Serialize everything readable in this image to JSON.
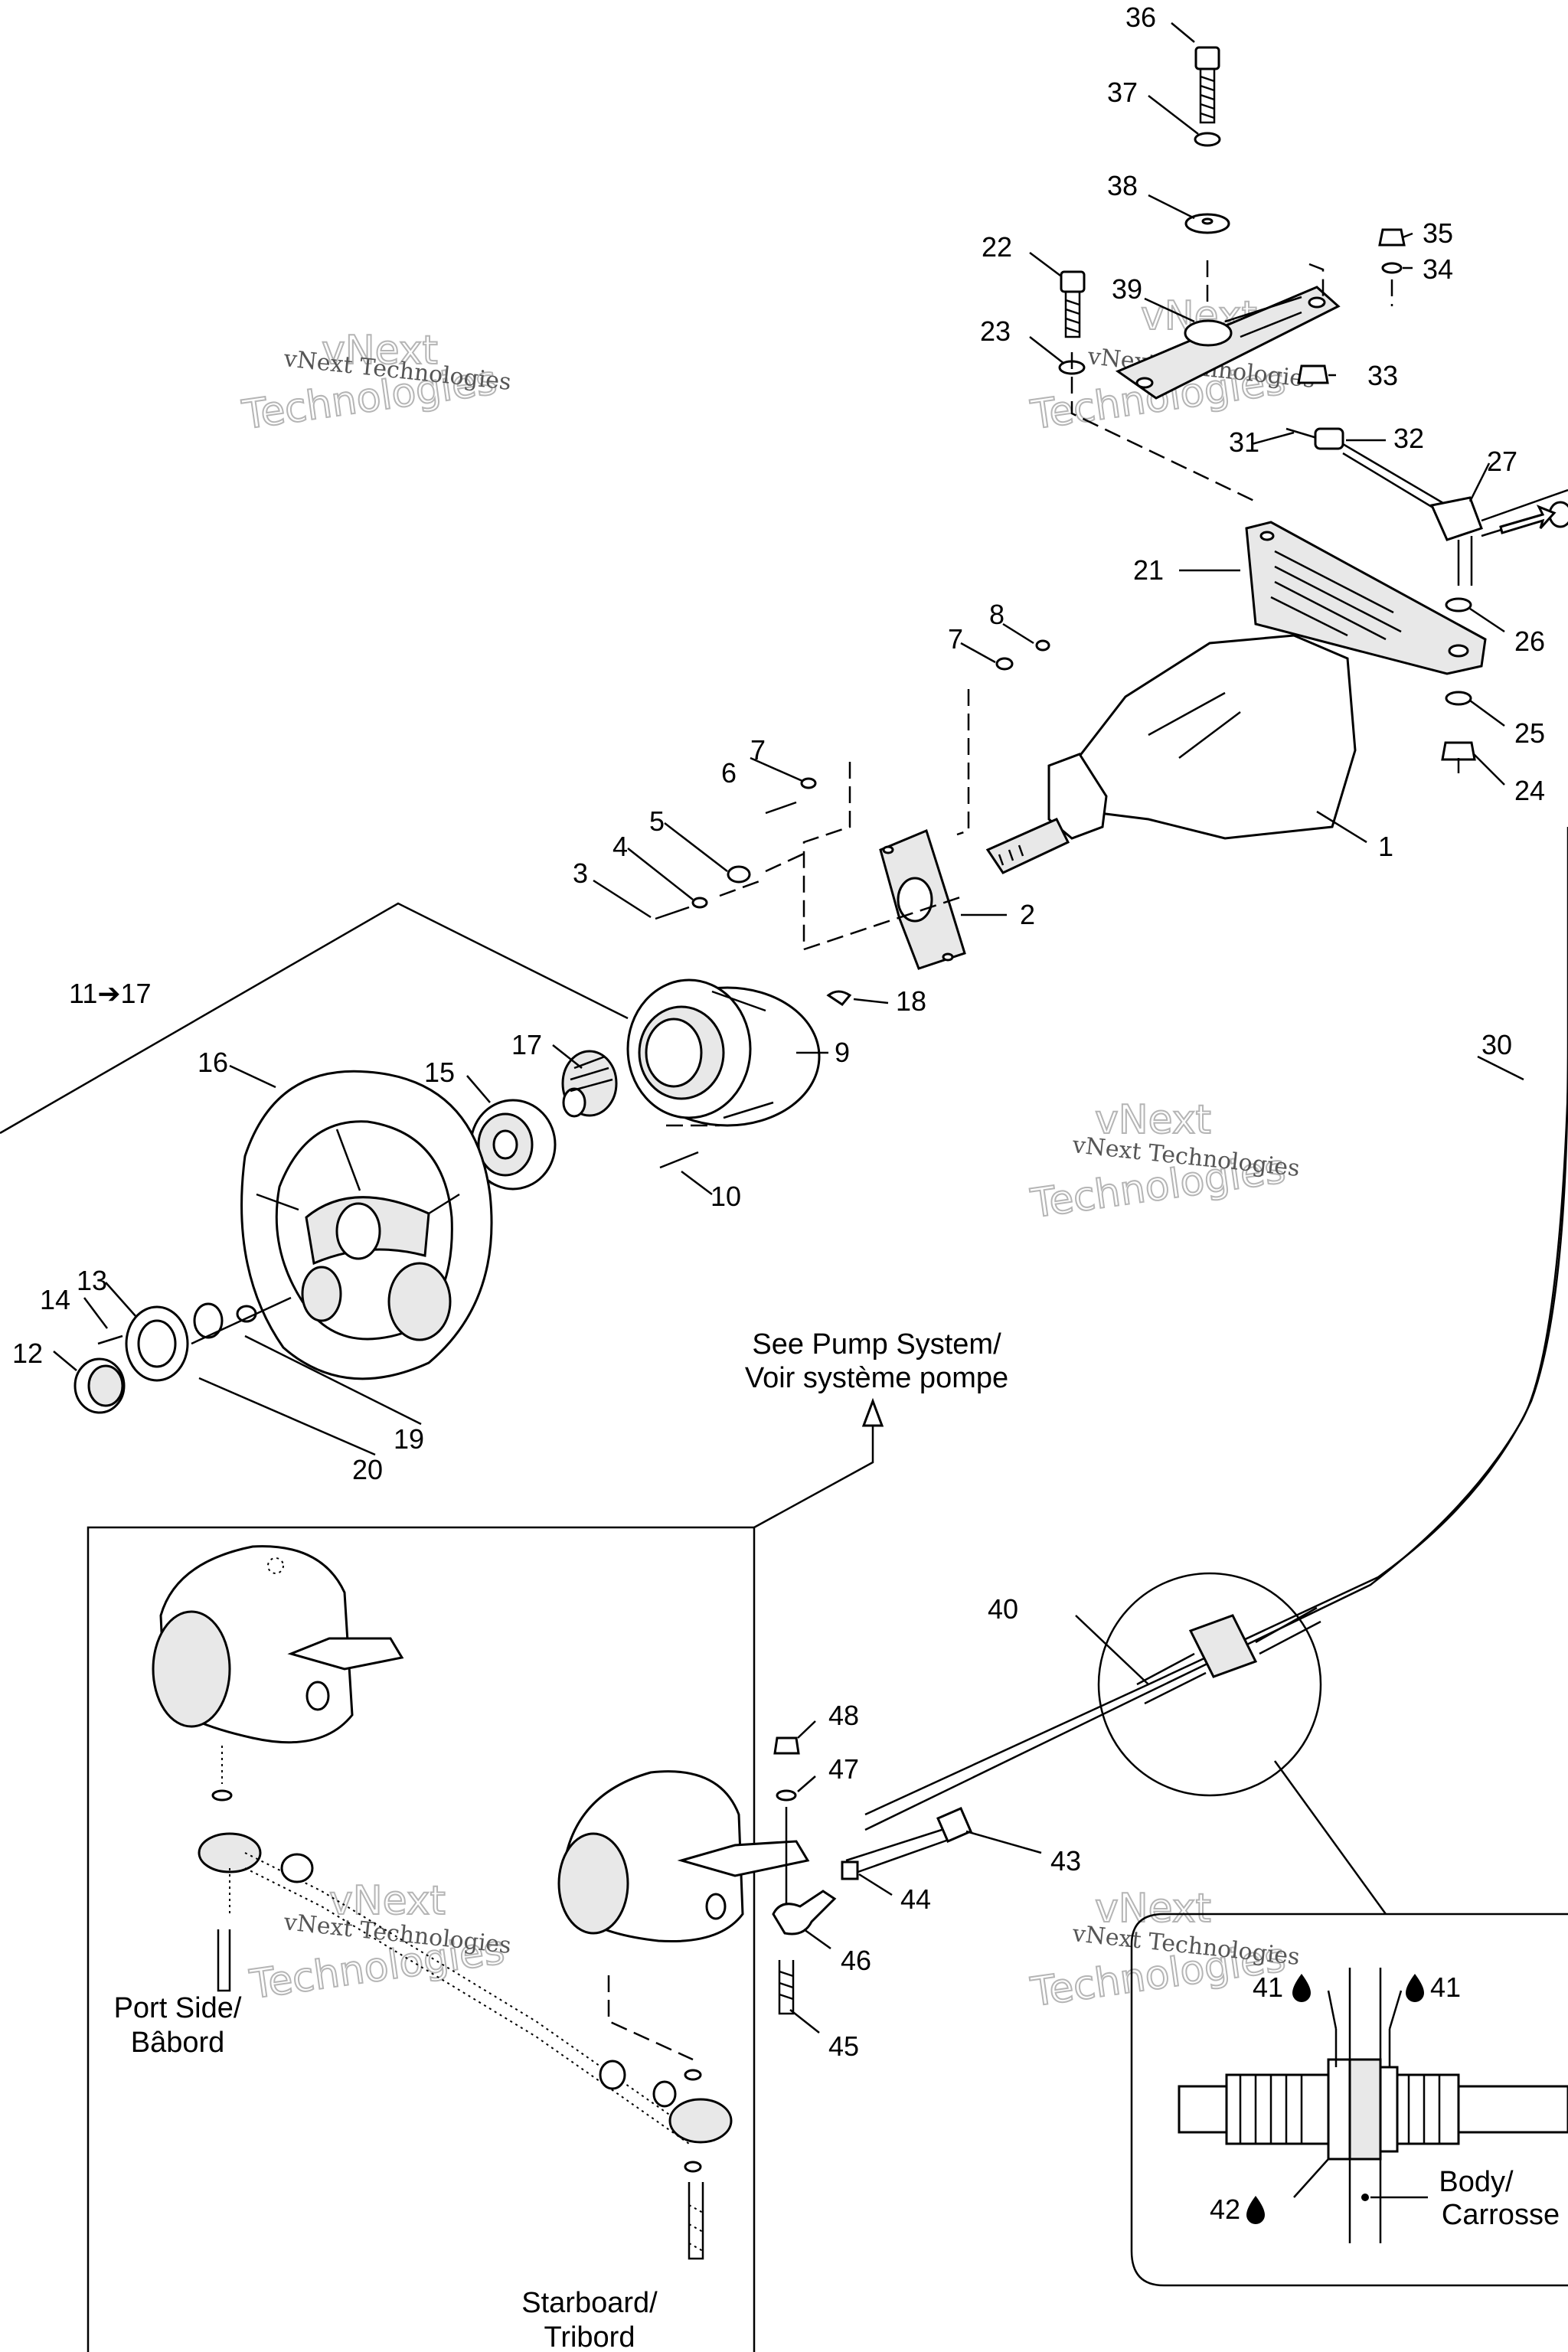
{
  "callouts": [
    "36",
    "37",
    "38",
    "22",
    "39",
    "35",
    "34",
    "23",
    "33",
    "31",
    "32",
    "27",
    "21",
    "8",
    "7",
    "26",
    "25",
    "24",
    "6",
    "7",
    "1",
    "5",
    "4",
    "3",
    "2",
    "11➔17",
    "18",
    "9",
    "17",
    "15",
    "16",
    "30",
    "10",
    "14",
    "13",
    "12",
    "19",
    "20",
    "40",
    "48",
    "47",
    "43",
    "44",
    "46",
    "45",
    "41",
    "41",
    "42"
  ],
  "notes": {
    "pump_line1": "See Pump System/",
    "pump_line2": "Voir système pompe",
    "port_line1": "Port Side/",
    "port_line2": "Bâbord",
    "starboard_line1": "Starboard/",
    "starboard_line2": "Tribord",
    "body_line1": "Body/",
    "body_line2": "Carrosse"
  },
  "watermark": {
    "line1": "vNext Technologies",
    "big1": "vNext",
    "big2": "Technologies"
  },
  "icons": {
    "sealant_drop": "drop-icon",
    "arrow": "arrow-right-icon"
  }
}
